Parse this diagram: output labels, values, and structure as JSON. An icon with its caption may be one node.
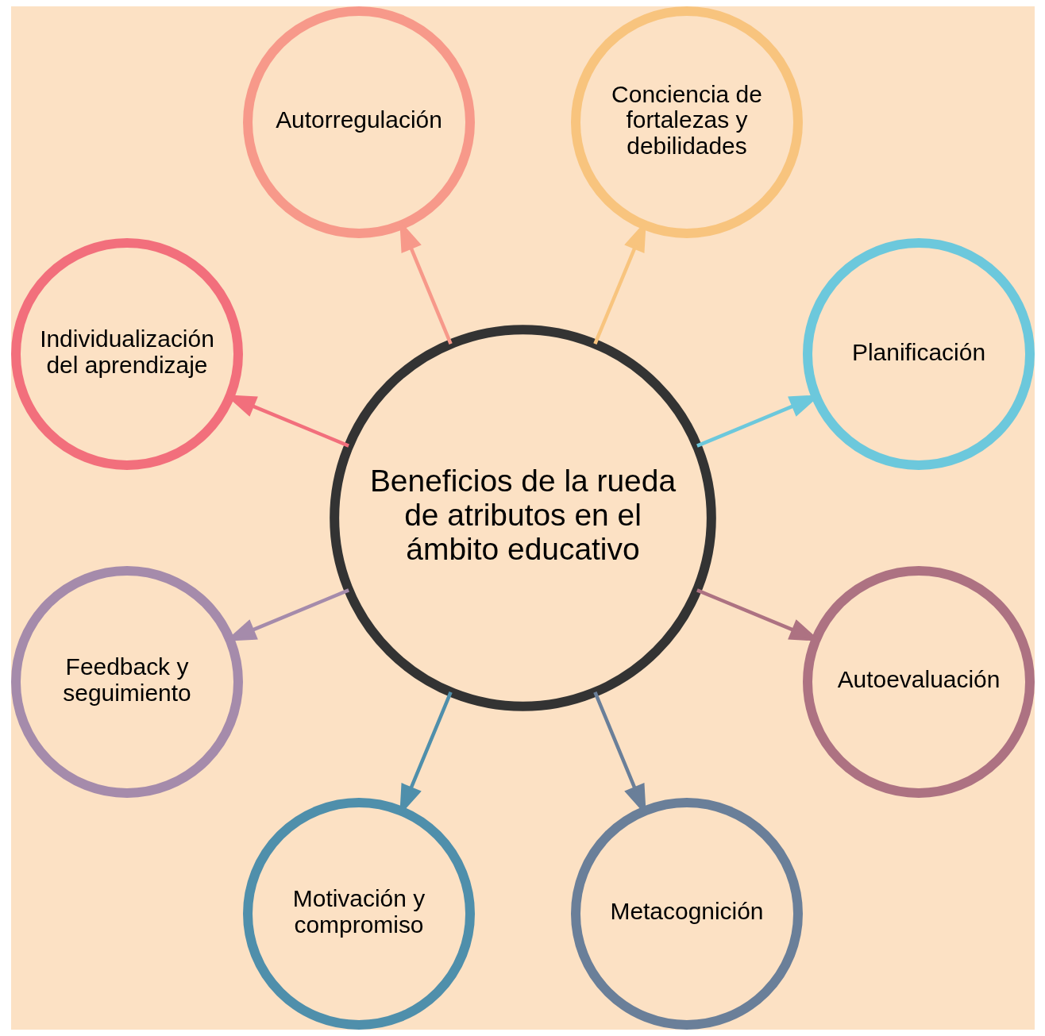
{
  "diagram": {
    "nodes": [
      {
        "text": [
          "Beneficios de la rueda de atributos en el ámbito educativo"
        ]
      },
      {
        "text": [
          "Planificación"
        ]
      },
      {
        "text": [
          "Conciencia de fortalezas y debilidades"
        ]
      },
      {
        "text": [
          "Autorregulación"
        ]
      },
      {
        "text": [
          "Individualización del aprendizaje"
        ]
      },
      {
        "text": [
          "Feedback y seguimiento"
        ]
      },
      {
        "text": [
          "Motivación y compromiso"
        ]
      },
      {
        "text": [
          "Metacognición"
        ]
      },
      {
        "text": [
          "Autoevaluación"
        ]
      }
    ],
    "edges": [
      {
        "from": 0,
        "to": 1,
        "arrow": "to",
        "color": "#6cc8dc"
      },
      {
        "from": 0,
        "to": 2,
        "arrow": "to",
        "color": "#f8c47e"
      },
      {
        "from": 0,
        "to": 3,
        "arrow": "to",
        "color": "#f7998a"
      },
      {
        "from": 0,
        "to": 4,
        "arrow": "to",
        "color": "#f26f7c"
      },
      {
        "from": 0,
        "to": 5,
        "arrow": "to",
        "color": "#a58bab"
      },
      {
        "from": 0,
        "to": 6,
        "arrow": "to",
        "color": "#4f8fab"
      },
      {
        "from": 0,
        "to": 7,
        "arrow": "to",
        "color": "#6a7f99"
      },
      {
        "from": 0,
        "to": 8,
        "arrow": "to",
        "color": "#ad7282"
      }
    ]
  }
}
